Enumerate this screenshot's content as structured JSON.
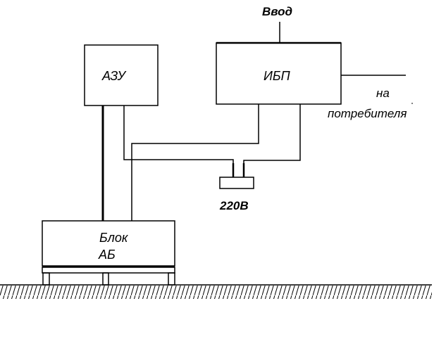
{
  "diagram": {
    "title": "UPS battery block connection scheme",
    "colors": {
      "line": "#000000",
      "background": "#ffffff"
    },
    "nodes": {
      "charger": {
        "label": "АЗУ"
      },
      "ups": {
        "label": "ИБП"
      },
      "battery_block": {
        "label_line1": "Блок",
        "label_line2": "АБ"
      },
      "outlet": {
        "label": "220В"
      }
    },
    "labels": {
      "input": "Ввод",
      "output_line1": "на",
      "output_line2": "потребителя"
    },
    "connections": [
      {
        "from": "input",
        "to": "ups"
      },
      {
        "from": "ups",
        "to": "consumers"
      },
      {
        "from": "charger",
        "to": "battery_block"
      },
      {
        "from": "charger",
        "to": "outlet"
      },
      {
        "from": "ups",
        "to": "battery_block"
      },
      {
        "from": "ups",
        "to": "outlet"
      }
    ]
  }
}
